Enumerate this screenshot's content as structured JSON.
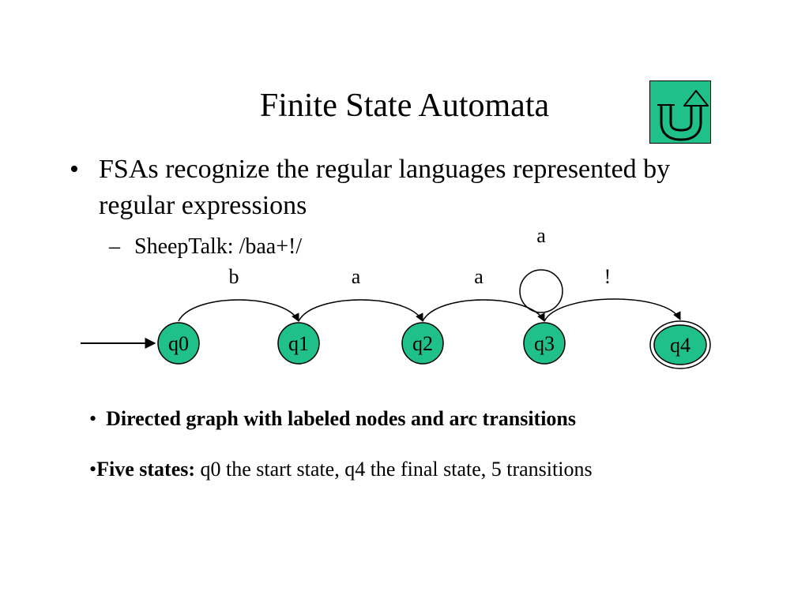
{
  "slide": {
    "title": "Finite State Automata",
    "home_icon": "u-turn-arrow-icon",
    "bullet_mark": "•",
    "sub_mark": "–",
    "bullets": [
      {
        "text": "FSAs recognize the regular languages represented by regular expressions",
        "sub": "SheepTalk: /baa+!/"
      }
    ],
    "notes": [
      {
        "bold": "Directed graph with labeled nodes and arc transitions",
        "rest": ""
      },
      {
        "bold": "Five states:",
        "rest": " q0 the start state, q4 the final state, 5 transitions"
      }
    ]
  },
  "automaton": {
    "colors": {
      "state_fill": "#1fc08a",
      "edge": "#000000"
    },
    "states": [
      {
        "id": "q0",
        "label": "q0",
        "start": true,
        "final": false
      },
      {
        "id": "q1",
        "label": "q1",
        "start": false,
        "final": false
      },
      {
        "id": "q2",
        "label": "q2",
        "start": false,
        "final": false
      },
      {
        "id": "q3",
        "label": "q3",
        "start": false,
        "final": false
      },
      {
        "id": "q4",
        "label": "q4",
        "start": false,
        "final": true
      }
    ],
    "transitions": [
      {
        "from": "q0",
        "to": "q1",
        "label": "b"
      },
      {
        "from": "q1",
        "to": "q2",
        "label": "a"
      },
      {
        "from": "q2",
        "to": "q3",
        "label": "a"
      },
      {
        "from": "q3",
        "to": "q3",
        "label": "a"
      },
      {
        "from": "q3",
        "to": "q4",
        "label": "!"
      }
    ]
  }
}
